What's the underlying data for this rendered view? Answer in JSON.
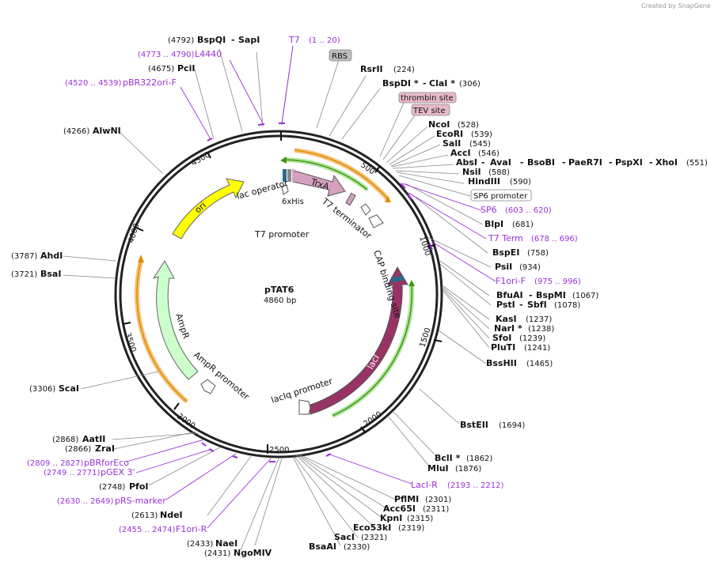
{
  "credit": "Created by SnapGene",
  "plasmid": {
    "name": "pTAT6",
    "size": "4860 bp",
    "total_bp": 4860
  },
  "ticks": [
    "500",
    "1000",
    "1500",
    "2000",
    "2500",
    "3000",
    "3500",
    "4000",
    "4500"
  ],
  "enzymes": [
    {
      "name": "RsrII",
      "pos": "(224)",
      "site": 224
    },
    {
      "name": "BspDI *",
      "name2": "ClaI *",
      "pos": "(306)",
      "site": 306
    },
    {
      "name": "NcoI",
      "pos": "(528)",
      "site": 528
    },
    {
      "name": "EcoRI",
      "pos": "(539)",
      "site": 539
    },
    {
      "name": "SalI",
      "pos": "(545)",
      "site": 545
    },
    {
      "name": "AccI",
      "pos": "(546)",
      "site": 546
    },
    {
      "name": "AbsI",
      "name2": "AvaI",
      "name3": "BsoBI",
      "name4": "PaeR7I",
      "name5": "PspXI",
      "name6": "XhoI",
      "pos": "(551)",
      "site": 551
    },
    {
      "name": "NsiI",
      "pos": "(588)",
      "site": 588
    },
    {
      "name": "HindIII",
      "pos": "(590)",
      "site": 590
    },
    {
      "name": "BlpI",
      "pos": "(681)",
      "site": 681
    },
    {
      "name": "BspEI",
      "pos": "(758)",
      "site": 758
    },
    {
      "name": "PsiI",
      "pos": "(934)",
      "site": 934
    },
    {
      "name": "BfuAI",
      "name2": "BspMI",
      "pos": "(1067)",
      "site": 1067
    },
    {
      "name": "PstI",
      "name2": "SbfI",
      "pos": "(1078)",
      "site": 1078
    },
    {
      "name": "KasI",
      "pos": "(1237)",
      "site": 1237
    },
    {
      "name": "NarI *",
      "pos": "(1238)",
      "site": 1238
    },
    {
      "name": "SfoI",
      "pos": "(1239)",
      "site": 1239
    },
    {
      "name": "PluTI",
      "pos": "(1241)",
      "site": 1241
    },
    {
      "name": "BssHII",
      "pos": "(1465)",
      "site": 1465
    },
    {
      "name": "BstEII",
      "pos": "(1694)",
      "site": 1694
    },
    {
      "name": "BclI *",
      "pos": "(1862)",
      "site": 1862
    },
    {
      "name": "MluI",
      "pos": "(1876)",
      "site": 1876
    },
    {
      "name": "PflMI",
      "pos": "(2301)",
      "site": 2301
    },
    {
      "name": "Acc65I",
      "pos": "(2311)",
      "site": 2311
    },
    {
      "name": "KpnI",
      "pos": "(2315)",
      "site": 2315
    },
    {
      "name": "Eco53kI",
      "pos": "(2319)",
      "site": 2319
    },
    {
      "name": "SacI",
      "pos": "(2321)",
      "site": 2321
    },
    {
      "name": "BsaAI",
      "pos": "(2330)",
      "site": 2330
    },
    {
      "name": "NgoMIV",
      "pos": "(2431)",
      "site": 2431
    },
    {
      "name": "NaeI",
      "pos": "(2433)",
      "site": 2433
    },
    {
      "name": "NdeI",
      "pos": "(2613)",
      "site": 2613
    },
    {
      "name": "PfoI",
      "pos": "(2748)",
      "site": 2748
    },
    {
      "name": "ZraI",
      "pos": "(2866)",
      "site": 2866
    },
    {
      "name": "AatII",
      "pos": "(2868)",
      "site": 2868
    },
    {
      "name": "ScaI",
      "pos": "(3306)",
      "site": 3306
    },
    {
      "name": "BsaI",
      "pos": "(3721)",
      "site": 3721
    },
    {
      "name": "AhdI",
      "pos": "(3787)",
      "site": 3787
    },
    {
      "name": "AlwNI",
      "pos": "(4266)",
      "site": 4266
    },
    {
      "name": "PciI",
      "pos": "(4675)",
      "site": 4675
    },
    {
      "name": "BspQI",
      "name2": "SapI",
      "pos": "(4792)",
      "site": 4792
    }
  ],
  "primers": [
    {
      "name": "T7",
      "range": "(1 .. 20)",
      "start": 1
    },
    {
      "name": "SP6",
      "range": "(603 .. 620)",
      "start": 603
    },
    {
      "name": "T7 Term",
      "range": "(678 .. 696)",
      "start": 678
    },
    {
      "name": "F1ori-F",
      "range": "(975 .. 996)",
      "start": 975
    },
    {
      "name": "LacI-R",
      "range": "(2193 .. 2212)",
      "start": 2193
    },
    {
      "name": "F1ori-R",
      "range": "(2455 .. 2474)",
      "start": 2455
    },
    {
      "name": "pRS-marker",
      "range": "(2630 .. 2649)",
      "start": 2630
    },
    {
      "name": "pGEX 3'",
      "range": "(2749 .. 2771)",
      "start": 2749
    },
    {
      "name": "pBRforEco",
      "range": "(2809 .. 2827)",
      "start": 2809
    },
    {
      "name": "pBR322ori-F",
      "range": "(4520 .. 4539)",
      "start": 4520
    },
    {
      "name": "L4440",
      "range": "(4773 .. 4790)",
      "start": 4773
    }
  ],
  "boxed_features": [
    {
      "name": "RBS",
      "color": "#bdbdbd"
    },
    {
      "name": "thrombin site",
      "color": "#e8b9c9"
    },
    {
      "name": "TEV site",
      "color": "#e8b9c9"
    },
    {
      "name": "SP6 promoter",
      "color": "#ffffff"
    }
  ],
  "features": {
    "trxa": "TrxA",
    "t7_terminator": "T7 terminator",
    "lac_operator": "lac operator",
    "his": "6xHis",
    "t7_promoter": "T7 promoter",
    "ori": "ori",
    "ampr": "AmpR",
    "ampr_promoter": "AmpR promoter",
    "laci": "lacI",
    "laciq_promoter": "lacIq promoter",
    "cap_site": "CAP binding site"
  },
  "colors": {
    "ori": "#ffff00",
    "ampr": "#ccffcc",
    "laci": "#993366",
    "trxa": "#d4a0c0",
    "primer": "#9b30d9",
    "orange_band": "#f0a030",
    "green_band": "#44aa00"
  }
}
